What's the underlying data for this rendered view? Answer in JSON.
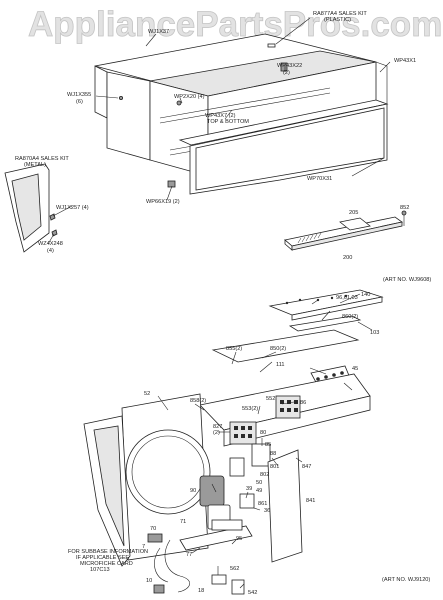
{
  "watermark": "AppliancePartsPros.com",
  "top_section": {
    "labels": {
      "kit_plastic_1": "RA877A4 SALES KIT",
      "kit_plastic_2": "(PLASTIC)",
      "wj1x37": "WJ1X37",
      "wp43x1": "WP43X1",
      "wp43x22": "WP43X22",
      "wp43x22_qty": "(2)",
      "wj1x355": "WJ1X355",
      "wj1x355_qty": "(6)",
      "wp2x20": "WP2X20 (4)",
      "wp43x7_a": "WP43X7 (2)",
      "wp43x7_b": "TOP & BOTTOM",
      "kit_metal_1": "RA870A4 SALES KIT",
      "kit_metal_2": "(METAL)",
      "wj1x257": "WJ1X257 (4)",
      "wz4x248": "WZ4X248",
      "wz4x248_qty": "(4)",
      "wp66x19": "WP66X19 (2)",
      "wp70x31": "WP70X31",
      "n205": "205",
      "n852": "852",
      "n200": "200",
      "art_top": "(ART NO. WJ9608)"
    }
  },
  "bottom_section": {
    "labels": {
      "n111": "111",
      "n140": "140",
      "n96863": "96,61,03",
      "n860": "860(2)",
      "n103": "103",
      "n855": "855(2)",
      "n850": "850(2)",
      "n45": "45",
      "n52": "52",
      "n858": "858(2)",
      "n552": "552",
      "n553": "553(2)",
      "n86": "86",
      "n827": "827",
      "n827q": "(2)",
      "n80": "80",
      "n85": "85",
      "n88": "88",
      "n801": "801",
      "n802": "802",
      "n50": "50",
      "n49": "49",
      "n847": "847",
      "n90": "90",
      "n39": "39",
      "n36": "36",
      "n841": "841",
      "n861": "861",
      "n71": "71",
      "n95": "95",
      "n77": "77",
      "n70": "70",
      "n7": "7",
      "n562": "562",
      "n542": "542",
      "n10": "10",
      "n18": "18",
      "note_1": "FOR SUBBASE INFORMATION",
      "note_2": "IF APPLICABLE SEE",
      "note_3": "MICROFICHE CARD",
      "note_4": "107C13",
      "art_bottom": "(ART NO. WJ9120)"
    }
  }
}
